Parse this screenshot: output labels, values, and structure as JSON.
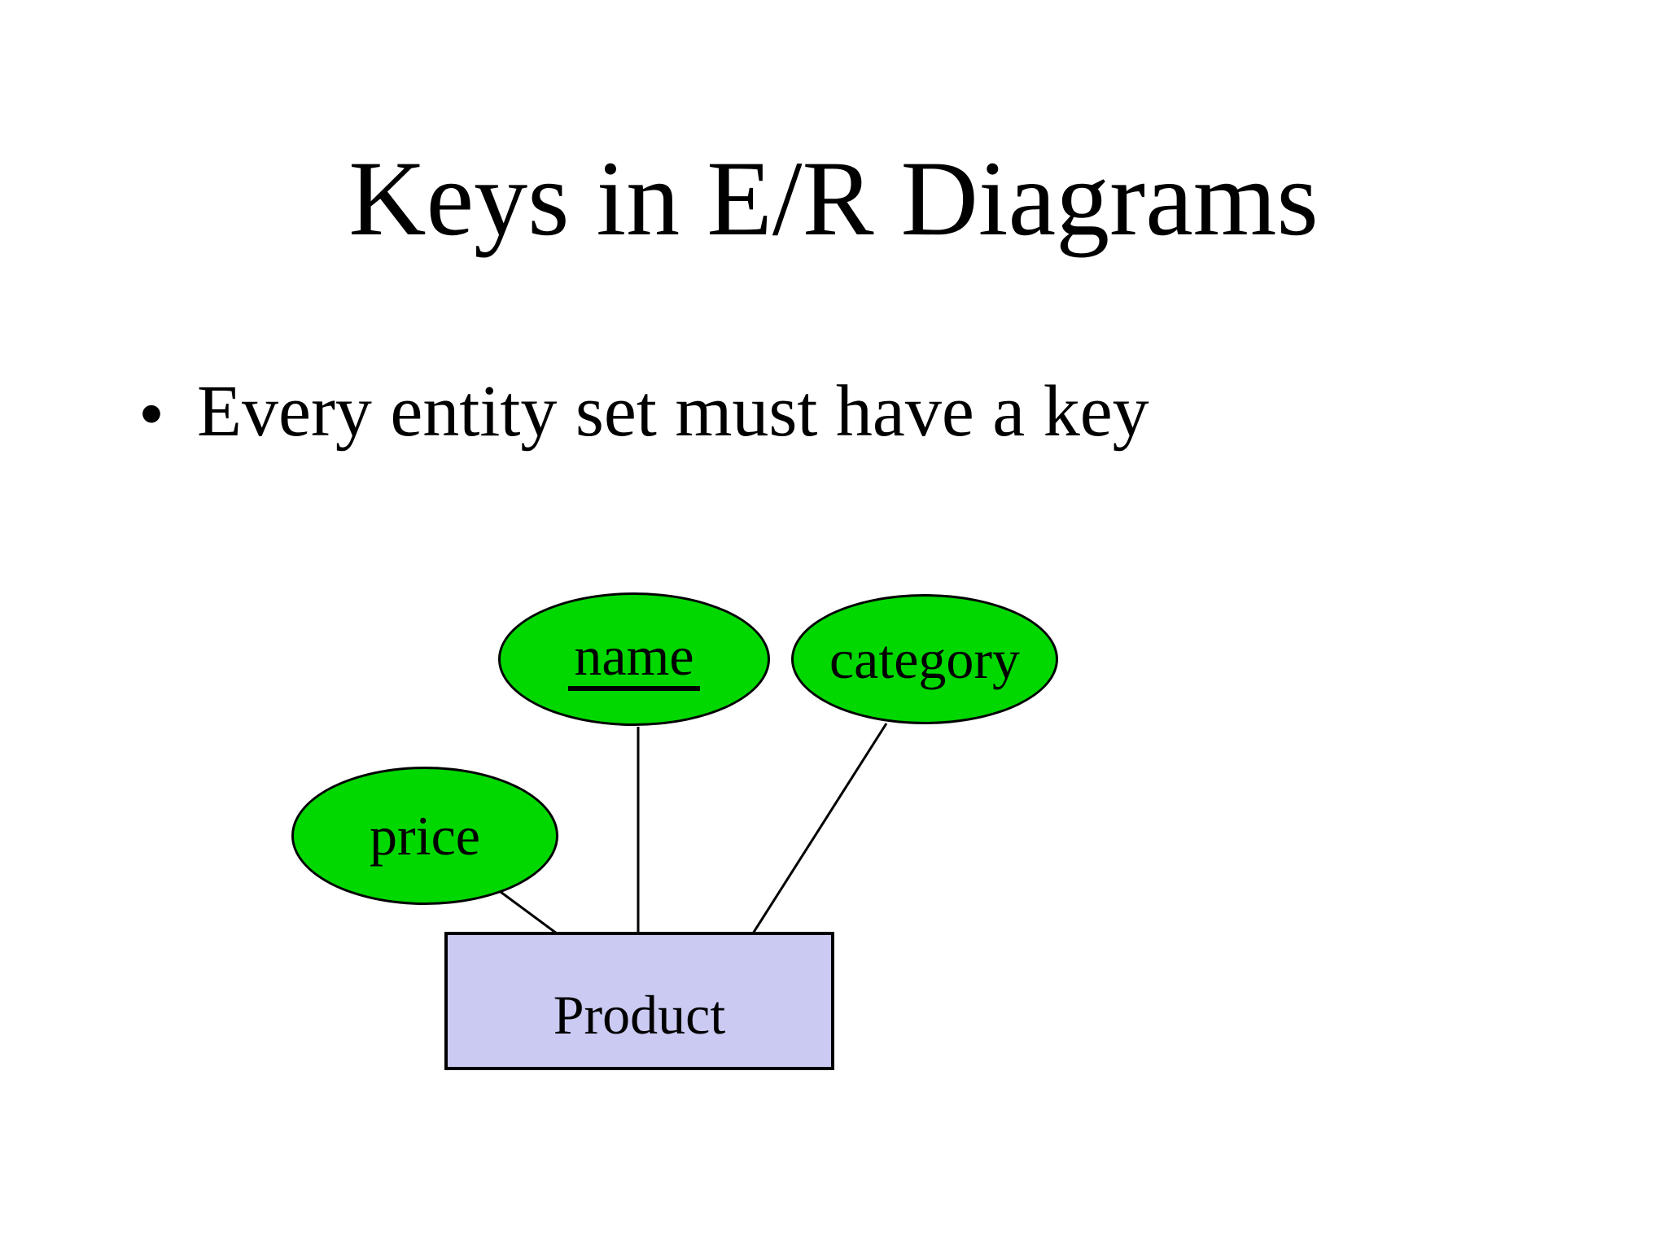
{
  "slide": {
    "title": "Keys in E/R Diagrams",
    "bullet": "Every entity set must have a key",
    "bullet_glyph": "•"
  },
  "diagram": {
    "type": "er-diagram",
    "entity": {
      "label": "Product"
    },
    "attributes": [
      {
        "label": "name",
        "is_key": true,
        "connected_to": "Product"
      },
      {
        "label": "category",
        "is_key": false,
        "connected_to": "Product"
      },
      {
        "label": "price",
        "is_key": false,
        "connected_to": "Product"
      }
    ],
    "colors": {
      "attribute_fill": "#00d800",
      "entity_fill": "#cacaf2",
      "stroke": "#000000",
      "text": "#000000",
      "background": "#ffffff"
    }
  }
}
